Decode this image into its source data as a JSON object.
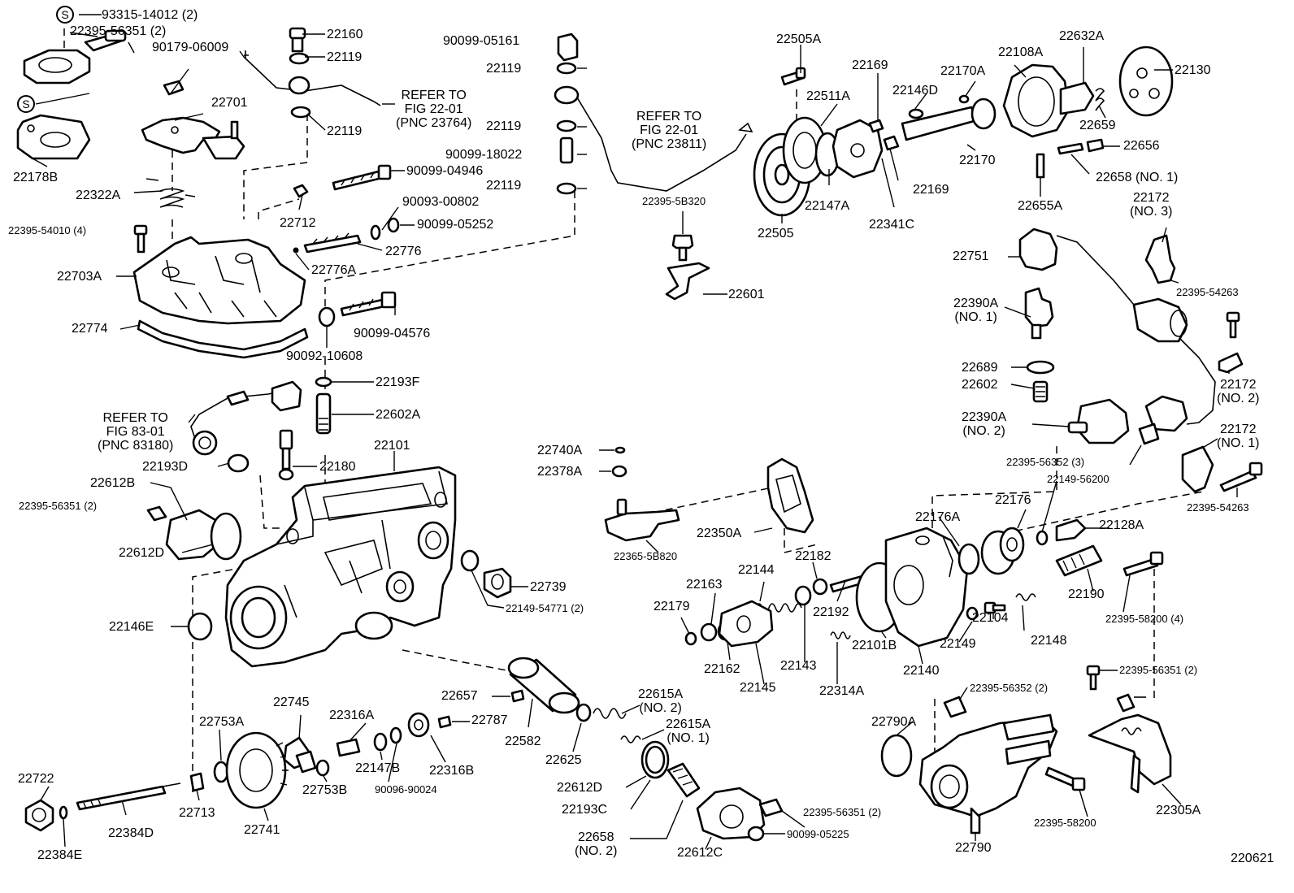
{
  "diagram": {
    "figure_number": "220621",
    "part_labels": {
      "p93315": "93315-14012 (2)",
      "p22395_56351_a": "22395-56351 (2)",
      "p90179": "90179-06009",
      "p22160": "22160",
      "p22119_a": "22119",
      "p22119_b": "22119",
      "refer_2376": "REFER TO\nFIG 22-01\n(PNC 23764)",
      "p90099_05161": "90099-05161",
      "p22119_c": "22119",
      "p22119_d": "22119",
      "p90099_18022": "90099-18022",
      "p22119_e": "22119",
      "refer_2381": "REFER TO\nFIG 22-01\n(PNC 23811)",
      "p22701": "22701",
      "p22178B": "22178B",
      "p22322A": "22322A",
      "p90099_04946": "90099-04946",
      "p90093": "90093-00802",
      "p90099_05252": "90099-05252",
      "p22712": "22712",
      "p22395_54010": "22395-54010 (4)",
      "p22776": "22776",
      "p22776A": "22776A",
      "p22703A": "22703A",
      "p22774": "22774",
      "p90099_04576": "90099-04576",
      "p90092": "90092-10608",
      "p22193F": "22193F",
      "p22602A": "22602A",
      "refer_831": "REFER TO\nFIG 83-01\n(PNC 83180)",
      "p22101": "22101",
      "p22193D": "22193D",
      "p22180": "22180",
      "p22612B": "22612B",
      "p22395_56351_b": "22395-56351 (2)",
      "p22612D_a": "22612D",
      "p22739": "22739",
      "p22149_54771": "22149-54771 (2)",
      "p22146E": "22146E",
      "p22505A": "22505A",
      "p22169_a": "22169",
      "p22511A": "22511A",
      "p22146D": "22146D",
      "p22170A": "22170A",
      "p22108A": "22108A",
      "p22632A": "22632A",
      "p22130": "22130",
      "p22659": "22659",
      "p22656": "22656",
      "p22658_1": "22658 (NO. 1)",
      "p22170": "22170",
      "p22169_b": "22169",
      "p22147A": "22147A",
      "p22341C": "22341C",
      "p22505": "22505",
      "p22655A": "22655A",
      "p22395_5B320": "22395-5B320",
      "p22601": "22601",
      "p22172_3": "22172\n(NO. 3)",
      "p22751": "22751",
      "p22395_54263_a": "22395-54263",
      "p22390A_1": "22390A\n(NO. 1)",
      "p22689": "22689",
      "p22602": "22602",
      "p22172_2": "22172\n(NO. 2)",
      "p22390A_2": "22390A\n(NO. 2)",
      "p22172_1": "22172\n(NO. 1)",
      "p22395_56352_a": "22395-56352 (3)",
      "p22149_56200": "22149-56200",
      "p22395_54263_b": "22395-54263",
      "p22740A": "22740A",
      "p22378A": "22378A",
      "p22350A": "22350A",
      "p22365": "22365-5B820",
      "p22176A": "22176A",
      "p22176": "22176",
      "p22128A": "22128A",
      "p22144": "22144",
      "p22182": "22182",
      "p22163": "22163",
      "p22179": "22179",
      "p22192": "22192",
      "p22190": "22190",
      "p22395_58200_4": "22395-58200 (4)",
      "p22104": "22104",
      "p22148": "22148",
      "p22149": "22149",
      "p22101B": "22101B",
      "p22162": "22162",
      "p22143": "22143",
      "p22140": "22140",
      "p22145": "22145",
      "p22314A": "22314A",
      "p22395_56351_c": "22395-56351 (2)",
      "p22395_56352_b": "22395-56352 (2)",
      "p22657": "22657",
      "p22615A_2": "22615A\n(NO. 2)",
      "p22615A_1": "22615A\n(NO. 1)",
      "p22745": "22745",
      "p22753A": "22753A",
      "p22316A": "22316A",
      "p22787": "22787",
      "p22582": "22582",
      "p22625": "22625",
      "p22147B": "22147B",
      "p22316B": "22316B",
      "p22753B": "22753B",
      "p90096": "90096-90024",
      "p22790A": "22790A",
      "p22722": "22722",
      "p22713": "22713",
      "p22741": "22741",
      "p22612D_b": "22612D",
      "p22193C": "22193C",
      "p22384D": "22384D",
      "p22384E": "22384E",
      "p22658_2": "22658\n(NO. 2)",
      "p22612C": "22612C",
      "p22395_56351_d": "22395-56351 (2)",
      "p90099_05225": "90099-05225",
      "p22790": "22790",
      "p22395_58200": "22395-58200",
      "p22305A": "22305A"
    },
    "badges": {
      "s_top": "S",
      "s_mid": "S"
    }
  }
}
